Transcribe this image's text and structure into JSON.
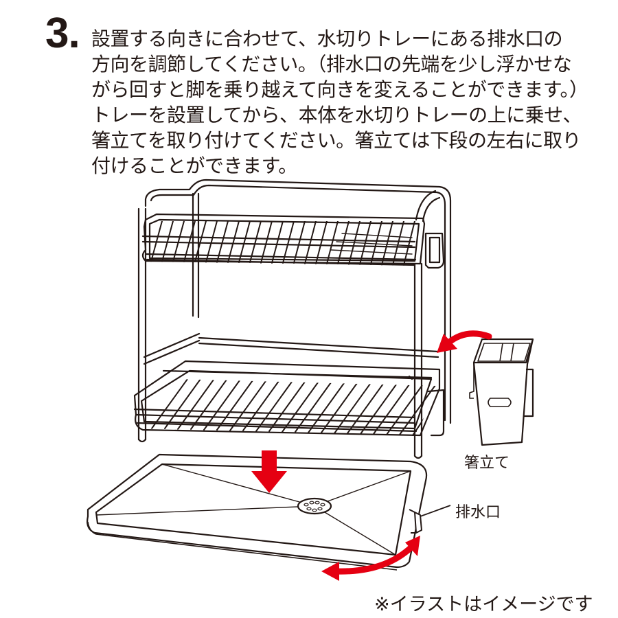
{
  "step": {
    "number": "3."
  },
  "instruction": {
    "lines": [
      "設置する向きに合わせて、水切りトレーにある排水口の",
      "方向を調節してください。（排水口の先端を少し浮かせな",
      "がら回すと脚を乗り越えて向きを変えることができます。）",
      "トレーを設置してから、本体を水切りトレーの上に乗せ、",
      "箸立てを取り付けてください。箸立ては下段の左右に取り",
      "付けることができます。"
    ]
  },
  "labels": {
    "chopstick_holder": "箸立て",
    "drain_outlet": "排水口"
  },
  "note": "※イラストはイメージです",
  "colors": {
    "ink": "#231815",
    "accent_red": "#e50012"
  }
}
